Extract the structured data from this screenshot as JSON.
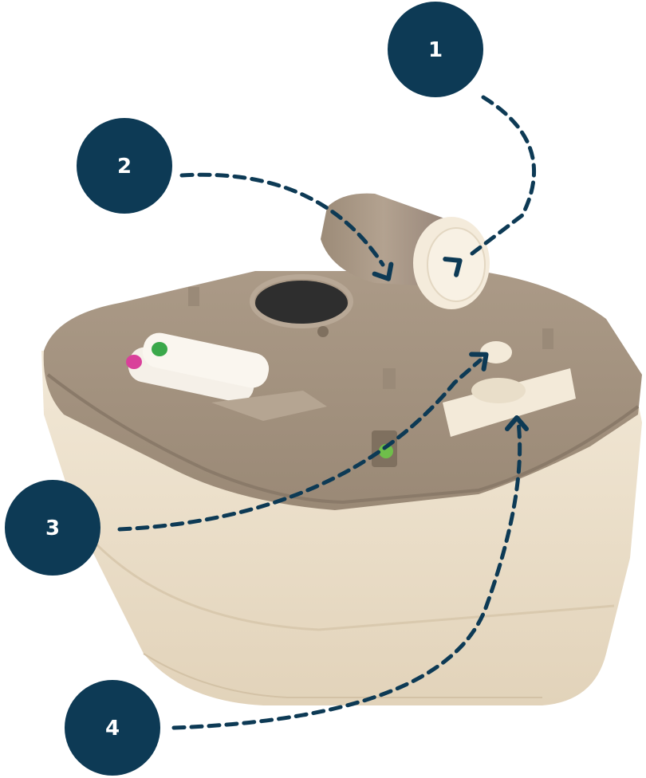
{
  "colors": {
    "callout_fill": "#0d3a55",
    "callout_text": "#ffffff",
    "arrow": "#0d3a55",
    "lid": "#a89784",
    "lid_shadow": "#8e7e6d",
    "body": "#efe4d0",
    "body_shadow": "#dccdb4",
    "cap": "#f3ead9",
    "background": "#ffffff"
  },
  "callouts": [
    {
      "id": "1",
      "label": "1"
    },
    {
      "id": "2",
      "label": "2"
    },
    {
      "id": "3",
      "label": "3"
    },
    {
      "id": "4",
      "label": "4"
    }
  ],
  "product": {
    "name": "portable-toilet-waste-tank",
    "parts": [
      "pour-spout-cap",
      "pour-spout",
      "vent-button",
      "slide-valve-handle",
      "level-indicator",
      "cleaning-cartridges"
    ]
  }
}
